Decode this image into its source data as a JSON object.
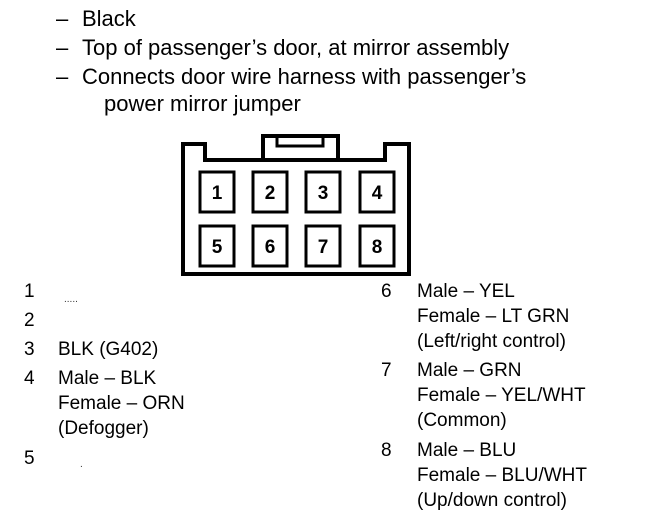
{
  "header": {
    "dash": "–",
    "lines": [
      "Black",
      "Top of passenger’s door, at mirror assembly",
      "Connects door wire harness with passenger’s",
      "power mirror jumper"
    ]
  },
  "connector": {
    "top_row": [
      "1",
      "2",
      "3",
      "4"
    ],
    "bottom_row": [
      "5",
      "6",
      "7",
      "8"
    ]
  },
  "left_pins": [
    {
      "num": "1",
      "lines": []
    },
    {
      "num": "2",
      "lines": []
    },
    {
      "num": "3",
      "lines": [
        "BLK (G402)"
      ]
    },
    {
      "num": "4",
      "lines": [
        "Male – BLK",
        "Female – ORN",
        "(Defogger)"
      ]
    },
    {
      "num": "5",
      "lines": []
    }
  ],
  "right_pins": [
    {
      "num": "6",
      "lines": [
        "Male – YEL",
        "Female – LT GRN",
        "(Left/right control)"
      ]
    },
    {
      "num": "7",
      "lines": [
        "Male – GRN",
        "Female – YEL/WHT",
        "(Common)"
      ]
    },
    {
      "num": "8",
      "lines": [
        "Male – BLU",
        "Female – BLU/WHT",
        "(Up/down control)"
      ]
    }
  ]
}
